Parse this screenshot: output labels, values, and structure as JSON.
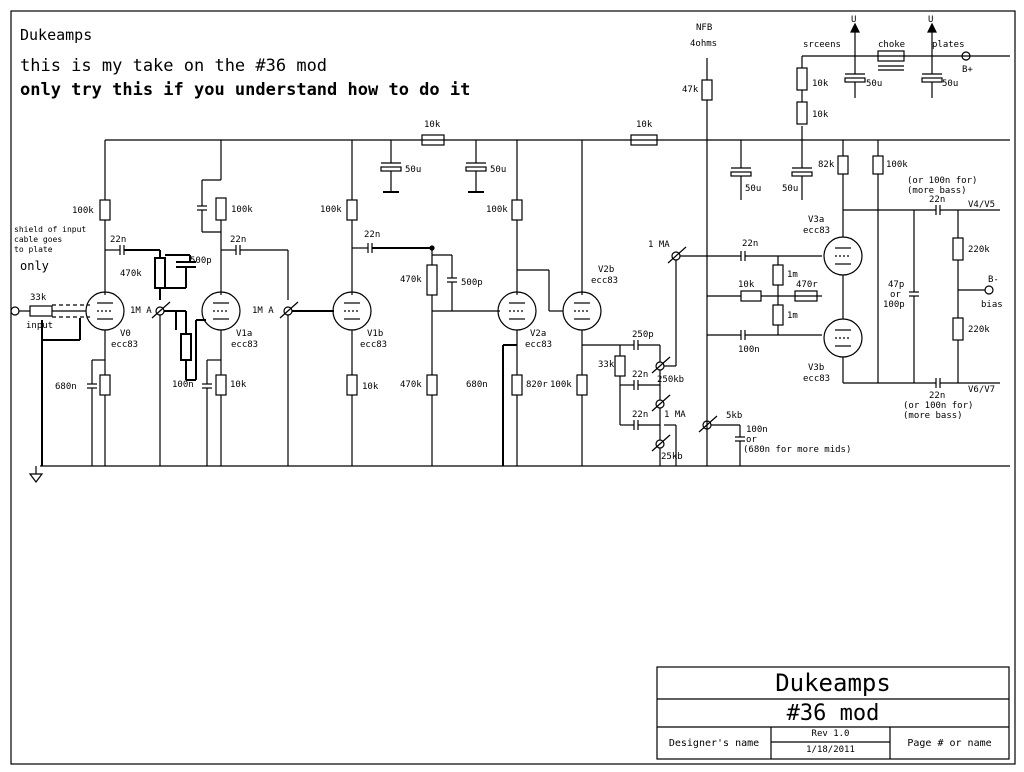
{
  "header": {
    "author": "Dukeamps",
    "subtitle": "this is my take on the #36 mod",
    "warning": "only try this if you understand how to do it"
  },
  "title_block": {
    "company": "Dukeamps",
    "title": "#36 mod",
    "designer_label": "Designer's name",
    "rev": "Rev 1.0",
    "date": "1/18/2011",
    "page_label": "Page # or name"
  },
  "labels": {
    "nfb": "NFB",
    "nfb_ohms": "4ohms",
    "screens": "srceens",
    "choke": "choke",
    "plates": "plates",
    "u1": "U",
    "u2": "U",
    "bplus": "B+",
    "bminus": "B-",
    "bias": "bias",
    "v4v5": "V4/V5",
    "v6v7": "V6/V7",
    "shield1": "shield of input",
    "shield2": "cable goes",
    "shield3": "to plate",
    "only": "only",
    "input": "input",
    "more_bass_top1": "(or 100n for)",
    "more_bass_top2": "(more bass)",
    "more_bass_bot1": "(or 100n for)",
    "more_bass_bot2": "(more bass)",
    "mids1": "or",
    "mids2": "(680n for more mids)",
    "c47p_or": "or"
  },
  "tubes": {
    "v0": "V0",
    "v0t": "ecc83",
    "v1a": "V1a",
    "v1at": "ecc83",
    "v1b": "V1b",
    "v1bt": "ecc83",
    "v2a": "V2a",
    "v2at": "ecc83",
    "v2b": "V2b",
    "v2bt": "ecc83",
    "v3a": "V3a",
    "v3at": "ecc83",
    "v3b": "V3b",
    "v3bt": "ecc83"
  },
  "parts": {
    "r_in": "33k",
    "r_p0": "100k",
    "c_c0": "22n",
    "r_470k_a": "470k",
    "c_500p_a": "500p",
    "pot1": "1M A",
    "r_k0": "680n",
    "r_p1a": "100k",
    "c_c1a": "22n",
    "c_k1a": "100n",
    "r_k1a": "10k",
    "pot2": "1M A",
    "r_p1b": "100k",
    "c_c1b": "22n",
    "r_470k_b": "470k",
    "c_500p_b": "500p",
    "r_k1b": "10k",
    "r_470k_c": "470k",
    "r_k2a": "680n",
    "r_k2a2": "820r",
    "r_p2a": "100k",
    "r_k2b": "100k",
    "r_rail1": "10k",
    "c_rail1": "50u",
    "c_rail2": "50u",
    "r_rail2": "10k",
    "c_250p": "250p",
    "r_33k_ts": "33k",
    "c_22n_ts1": "22n",
    "pot_treble": "250kb",
    "c_22n_ts2": "22n",
    "pot_mid": "1 MA",
    "pot_bass": "25kb",
    "pot_master": "1 MA",
    "c_pi": "22n",
    "r_pi_10k": "10k",
    "r_pi_1m1": "1m",
    "r_pi_470r": "470r",
    "r_pi_1m2": "1m",
    "c_pi_100n": "100n",
    "pot_pres": "5kb",
    "c_pres": "100n",
    "r_nfb": "47k",
    "c_rail3": "50u",
    "c_rail4": "50u",
    "r_82k": "82k",
    "r_100k_pi": "100k",
    "r_scr1": "10k",
    "r_scr2": "10k",
    "c_scr": "50u",
    "c_plt": "50u",
    "c_out1": "22n",
    "c_out2": "22n",
    "r_bias1": "220k",
    "r_bias2": "220k",
    "c_47p": "47p",
    "c_100p": "100p"
  }
}
